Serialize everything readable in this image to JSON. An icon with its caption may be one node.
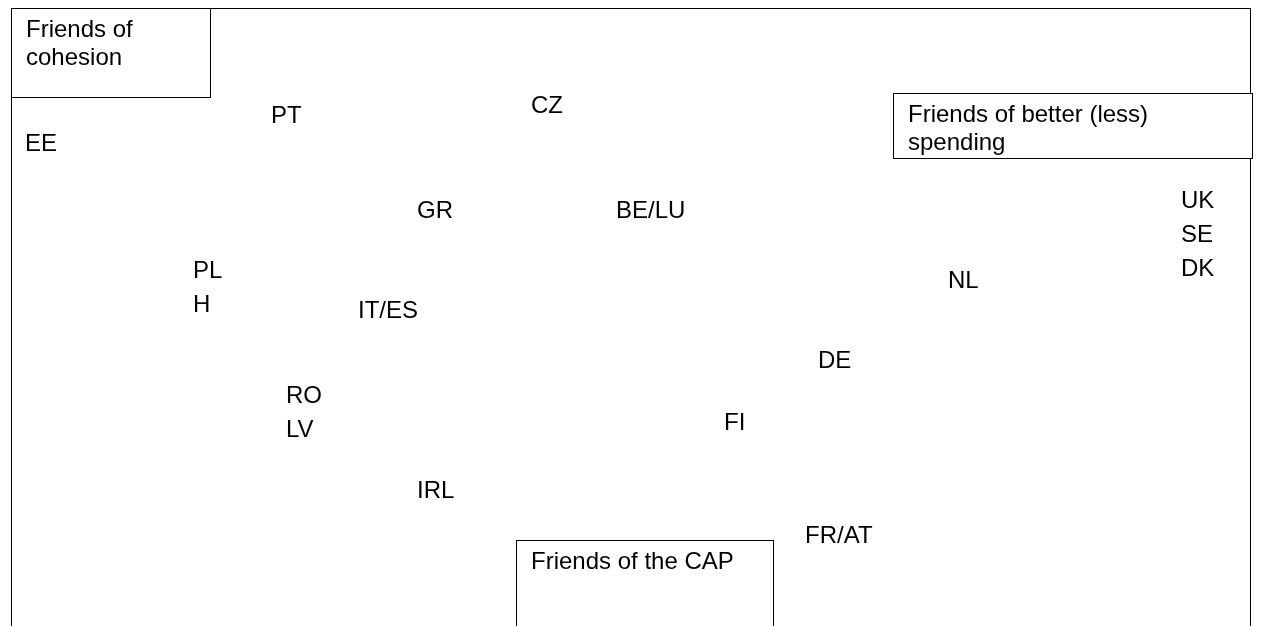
{
  "diagram": {
    "nodes": [
      {
        "text": [
          "Friends of cohesion"
        ]
      },
      {
        "text": [
          "Friends of better (less) spending"
        ]
      },
      {
        "text": [
          "Friends of the CAP"
        ]
      }
    ],
    "labels": [
      "PT",
      "CZ",
      "EE",
      "GR",
      "BE/LU",
      "UK SE DK",
      "PL H",
      "NL",
      "IT/ES",
      "DE",
      "RO LV",
      "FI",
      "IRL",
      "FR/AT"
    ]
  }
}
